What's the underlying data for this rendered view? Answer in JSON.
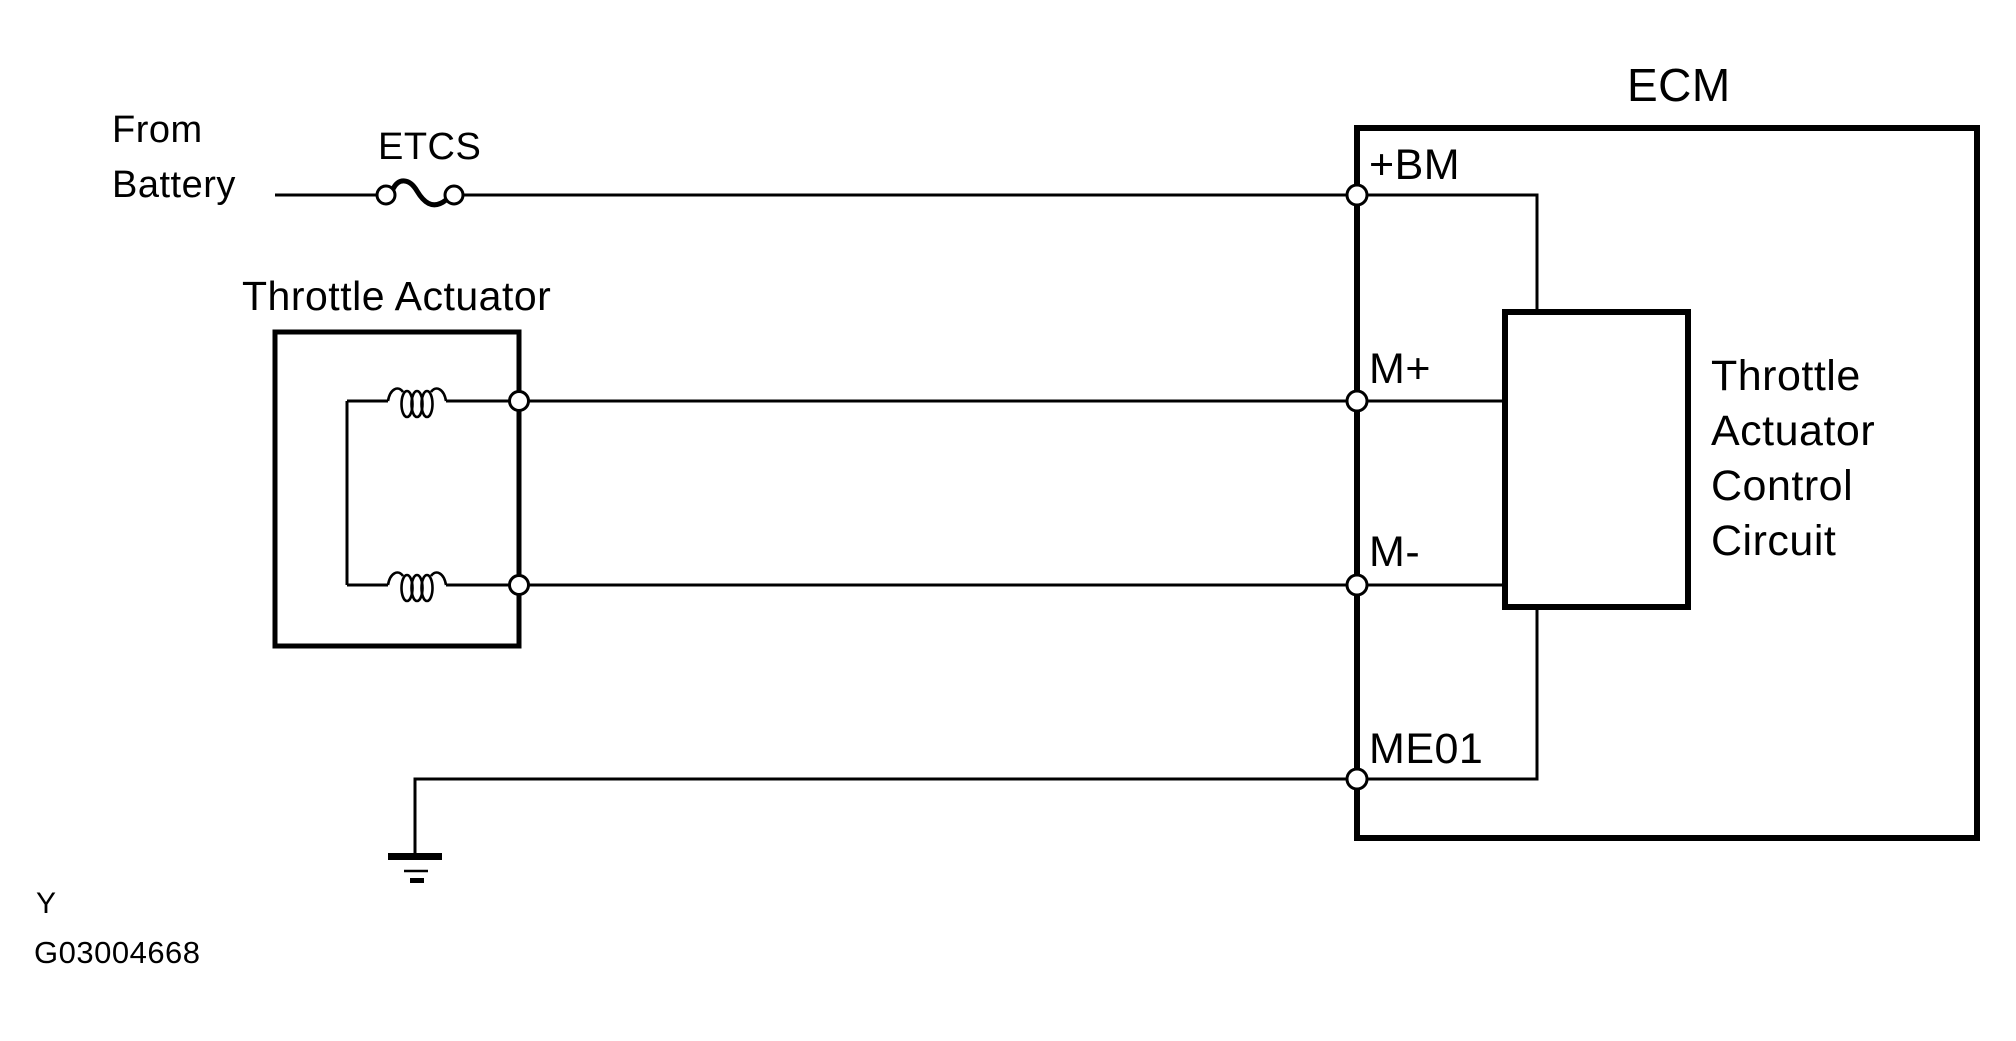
{
  "page": {
    "background_color": "#ffffff",
    "line_color": "#000000"
  },
  "diagram": {
    "battery_label": "From\nBattery",
    "fuse_label": "ETCS",
    "actuator_label": "Throttle Actuator",
    "ecm_label": "ECM",
    "terminals": {
      "bm": "+BM",
      "m_plus": "M+",
      "m_minus": "M-",
      "me01": "ME01"
    },
    "inner_circuit_label": "Throttle\nActuator\nControl\nCircuit",
    "footer": {
      "revision": "Y",
      "figure_code": "G03004668"
    }
  }
}
